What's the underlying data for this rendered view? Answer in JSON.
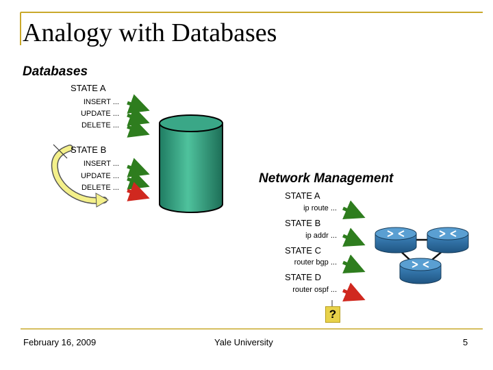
{
  "slide": {
    "title": "Analogy with Databases",
    "databases_heading": "Databases",
    "netmgmt_heading": "Network Management",
    "footer_date": "February 16, 2009",
    "footer_org": "Yale University",
    "page_number": "5",
    "question": "?"
  },
  "databases": {
    "state_a": "STATE A",
    "state_a_cmds": [
      "INSERT ...",
      "UPDATE ...",
      "DELETE ..."
    ],
    "state_b": "STATE B",
    "state_b_cmds": [
      "INSERT ...",
      "UPDATE ...",
      "DELETE ..."
    ]
  },
  "network": {
    "states": [
      {
        "label": "STATE A",
        "cmd": "ip route ..."
      },
      {
        "label": "STATE B",
        "cmd": "ip addr ..."
      },
      {
        "label": "STATE C",
        "cmd": "router bgp ..."
      },
      {
        "label": "STATE D",
        "cmd": "router ospf ..."
      }
    ]
  },
  "colors": {
    "gold": "#c9a82a",
    "arrow_green": "#2e7d1e",
    "arrow_red": "#d0281f",
    "db_teal": "#3aa787",
    "router_blue": "#2e6fa3"
  }
}
